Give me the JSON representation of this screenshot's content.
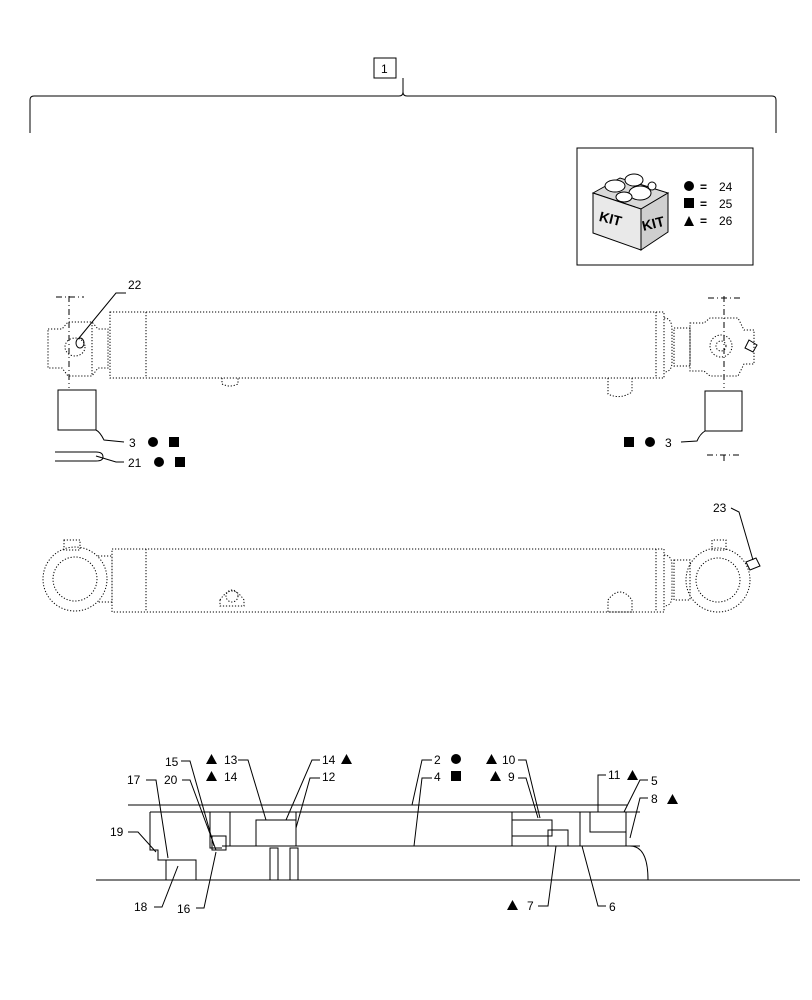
{
  "assembly_callout": "1",
  "kit": {
    "badge_text": "KIT",
    "legend": [
      {
        "symbol": "circle",
        "equals": "=",
        "ref": "24"
      },
      {
        "symbol": "square",
        "equals": "=",
        "ref": "25"
      },
      {
        "symbol": "triangle",
        "equals": "=",
        "ref": "26"
      }
    ]
  },
  "callouts": {
    "c22": "22",
    "c3_left": "3",
    "c21": "21",
    "c3_right": "3",
    "c23": "23",
    "c15": "15",
    "c13": "13",
    "c14_left": "14",
    "c14_right": "14",
    "c12": "12",
    "c2": "2",
    "c4": "4",
    "c10": "10",
    "c9": "9",
    "c11": "11",
    "c5": "5",
    "c8": "8",
    "c17": "17",
    "c20": "20",
    "c19": "19",
    "c18": "18",
    "c16": "16",
    "c7": "7",
    "c6": "6"
  },
  "symbol_names": [
    "circle",
    "square",
    "triangle"
  ]
}
